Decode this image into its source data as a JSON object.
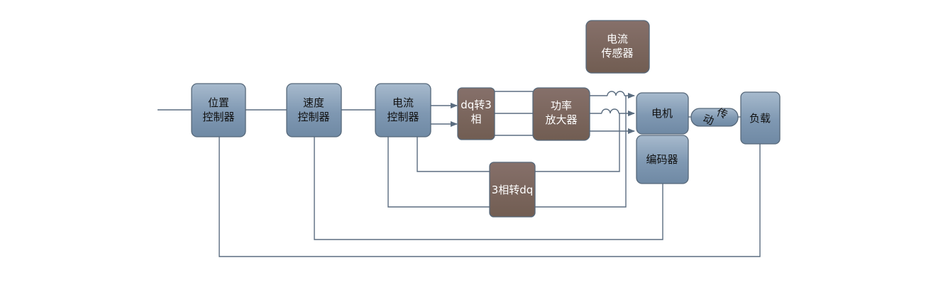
{
  "colors": {
    "blue_block": "#7f98b2",
    "blue_block_top": "#a9bccf",
    "brown_block": "#7a655a",
    "line": "#5b6d80",
    "border": "#56687a"
  },
  "blocks": {
    "position_controller": {
      "line1": "位置",
      "line2": "控制器"
    },
    "speed_controller": {
      "line1": "速度",
      "line2": "控制器"
    },
    "current_controller": {
      "line1": "电流",
      "line2": "控制器"
    },
    "dq_to_3": {
      "line1": "dq转3",
      "line2": "相"
    },
    "power_amp": {
      "line1": "功率",
      "line2": "放大器"
    },
    "current_sensor": {
      "line1": "电流",
      "line2": "传感器"
    },
    "three_to_dq": {
      "line1": "3相转dq"
    },
    "motor": {
      "line1": "电机"
    },
    "encoder": {
      "line1": "编码器"
    },
    "load": {
      "line1": "负载"
    },
    "transmission": {
      "char1": "传",
      "char2": "动"
    }
  }
}
